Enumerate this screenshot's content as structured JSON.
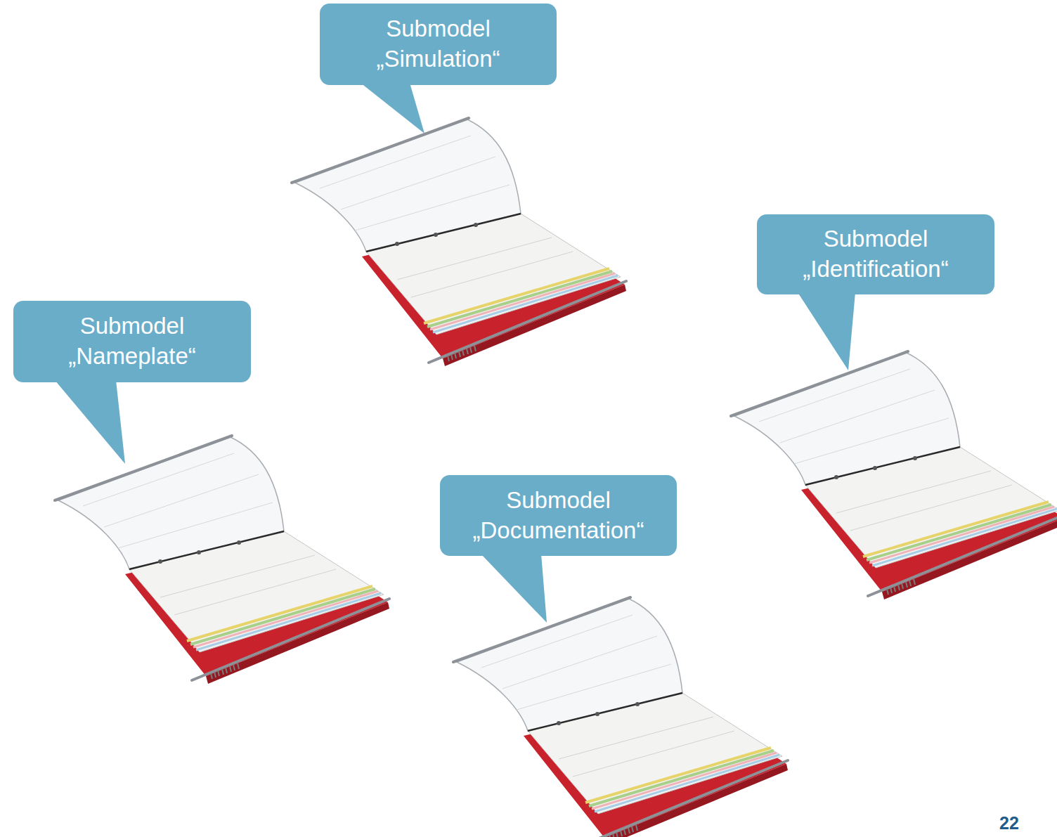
{
  "diagram": {
    "nodes": [
      {
        "text": [
          "Submodel „Simulation“"
        ]
      },
      {
        "text": [
          "Submodel „Identification“"
        ]
      },
      {
        "text": [
          "Submodel „Nameplate“"
        ]
      },
      {
        "text": [
          "Submodel „Documentation“"
        ]
      }
    ],
    "labels": [
      "22"
    ]
  }
}
